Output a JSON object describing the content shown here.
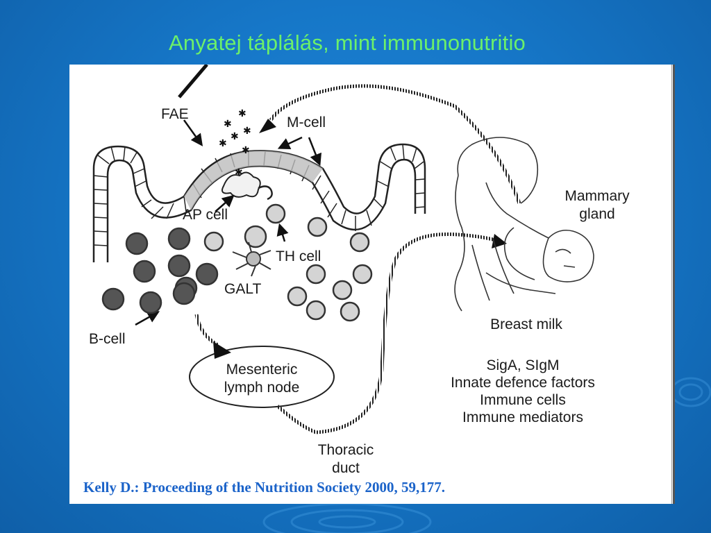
{
  "slide": {
    "title": "Anyatej táplálás, mint immunonutritio",
    "citation": "Kelly D.: Proceeding of the Nutrition Society 2000, 59,177."
  },
  "diagram": {
    "labels": {
      "fae": "FAE",
      "m_cell": "M-cell",
      "ap_cell": "AP cell",
      "th_cell": "TH cell",
      "galt": "GALT",
      "b_cell": "B-cell",
      "mesenteric_line1": "Mesenteric",
      "mesenteric_line2": "lymph node",
      "thoracic_line1": "Thoracic",
      "thoracic_line2": "duct",
      "mammary_line1": "Mammary",
      "mammary_line2": "gland",
      "breast_milk": "Breast milk"
    },
    "milk_components": [
      "SigA, SIgM",
      "Innate defence factors",
      "Immune cells",
      "Immune mediators"
    ]
  },
  "colors": {
    "background": "#1677c8",
    "title": "#6cf06a",
    "citation": "#1b63c9"
  }
}
